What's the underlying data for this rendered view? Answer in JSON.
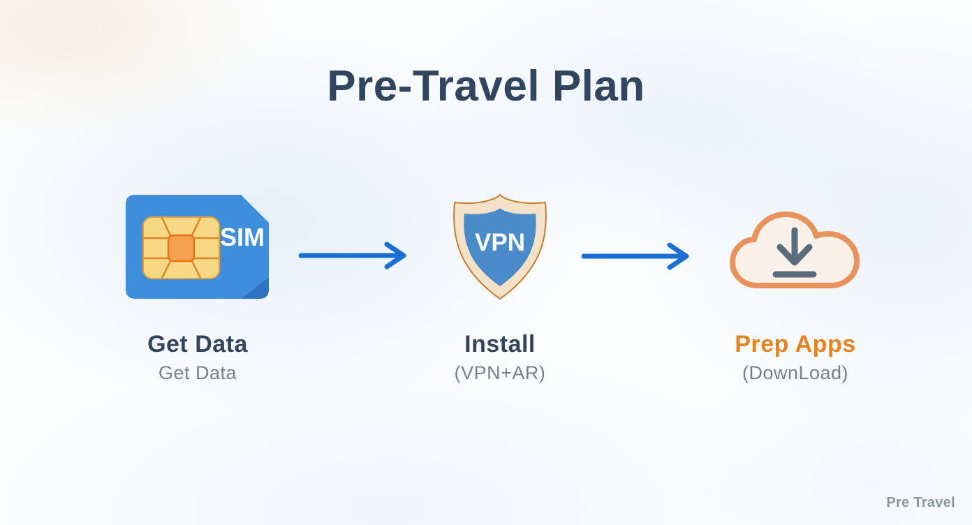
{
  "title": "Pre-Travel Plan",
  "watermark": "Pre Travel",
  "steps": [
    {
      "title": "Get Data",
      "subtitle": "Get Data",
      "icon": "sim-card-icon",
      "icon_label": "SIM"
    },
    {
      "title": "Install",
      "subtitle": "(VPN+AR)",
      "icon": "vpn-shield-icon",
      "icon_label": "VPN"
    },
    {
      "title": "Prep Apps",
      "subtitle": "(DownLoad)",
      "icon": "cloud-download-icon",
      "icon_label": ""
    }
  ],
  "colors": {
    "title_text": "#31455E",
    "step_title_text": "#32455C",
    "prep_apps_accent": "#E8821E",
    "subtitle_text": "#75808F",
    "arrow_blue": "#1B6FD4",
    "sim_card_blue": "#3F8EDC",
    "sim_card_fold_blue": "#2E74C0",
    "sim_chip_gold": "#F7D884",
    "sim_chip_line_orange": "#E0862A",
    "sim_chip_center_orange": "#F5A050",
    "shield_blue": "#4A8BC9",
    "shield_cream": "#F3E2C7",
    "shield_outline": "#BF8030",
    "cloud_outline_orange": "#E8935E",
    "cloud_fill": "#FBF1E9",
    "download_arrow_gray": "#5A6B7B",
    "watermark_text": "#8B95A5"
  }
}
